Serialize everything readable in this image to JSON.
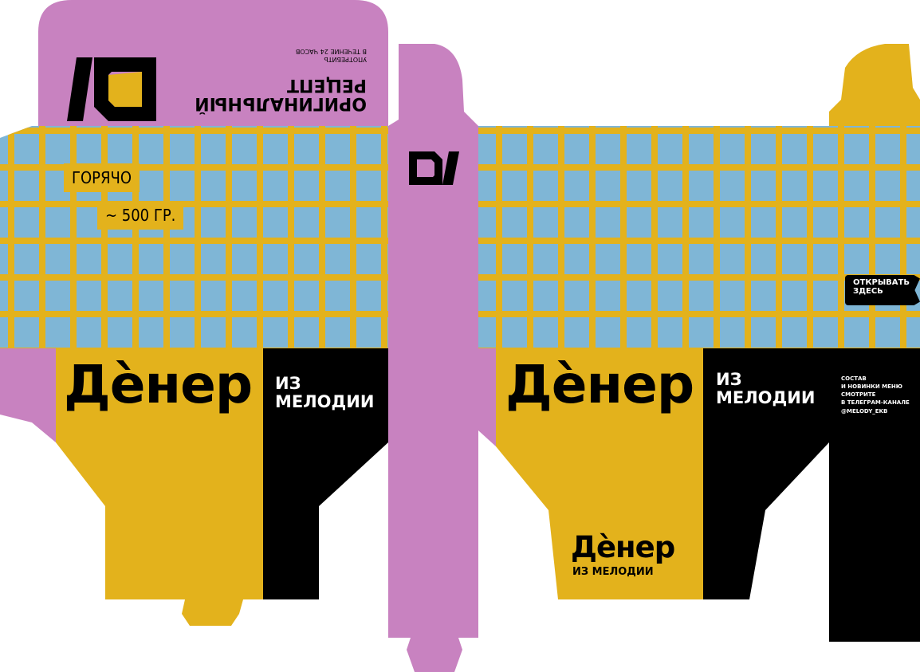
{
  "colors": {
    "purple": "#c882c0",
    "yellow": "#e3b21c",
    "blue": "#7fb6d6",
    "black": "#000000"
  },
  "top_flap": {
    "line1": "ОРИГИНАЛЬНЫЙ",
    "line2": "РЕЦЕПТ",
    "small1": "УПОТРЕБИТЬ",
    "small2": "В ТЕЧЕНИЕ 24 ЧАСОВ",
    "logo": "DI"
  },
  "left_panel": {
    "hot_label": "ГОРЯЧО",
    "weight_label": "~ 500 ГР.",
    "brand": "Дѐнер",
    "sub_line1": "ИЗ",
    "sub_line2": "МЕЛОДИИ"
  },
  "middle_strip": {
    "logo": "DI"
  },
  "right_panel": {
    "brand": "Дѐнер",
    "sub_line1": "ИЗ",
    "sub_line2": "МЕЛОДИИ",
    "open_line1": "ОТКРЫВАТЬ",
    "open_line2": "ЗДЕСЬ",
    "info": [
      "СОСТАВ",
      "И НОВИНКИ МЕНЮ",
      "СМОТРИТЕ",
      "В ТЕЛЕГРАМ-КАНАЛЕ",
      "@MELODY_EKB"
    ],
    "small_brand": "Дѐнер",
    "small_sub": "ИЗ МЕЛОДИИ"
  }
}
